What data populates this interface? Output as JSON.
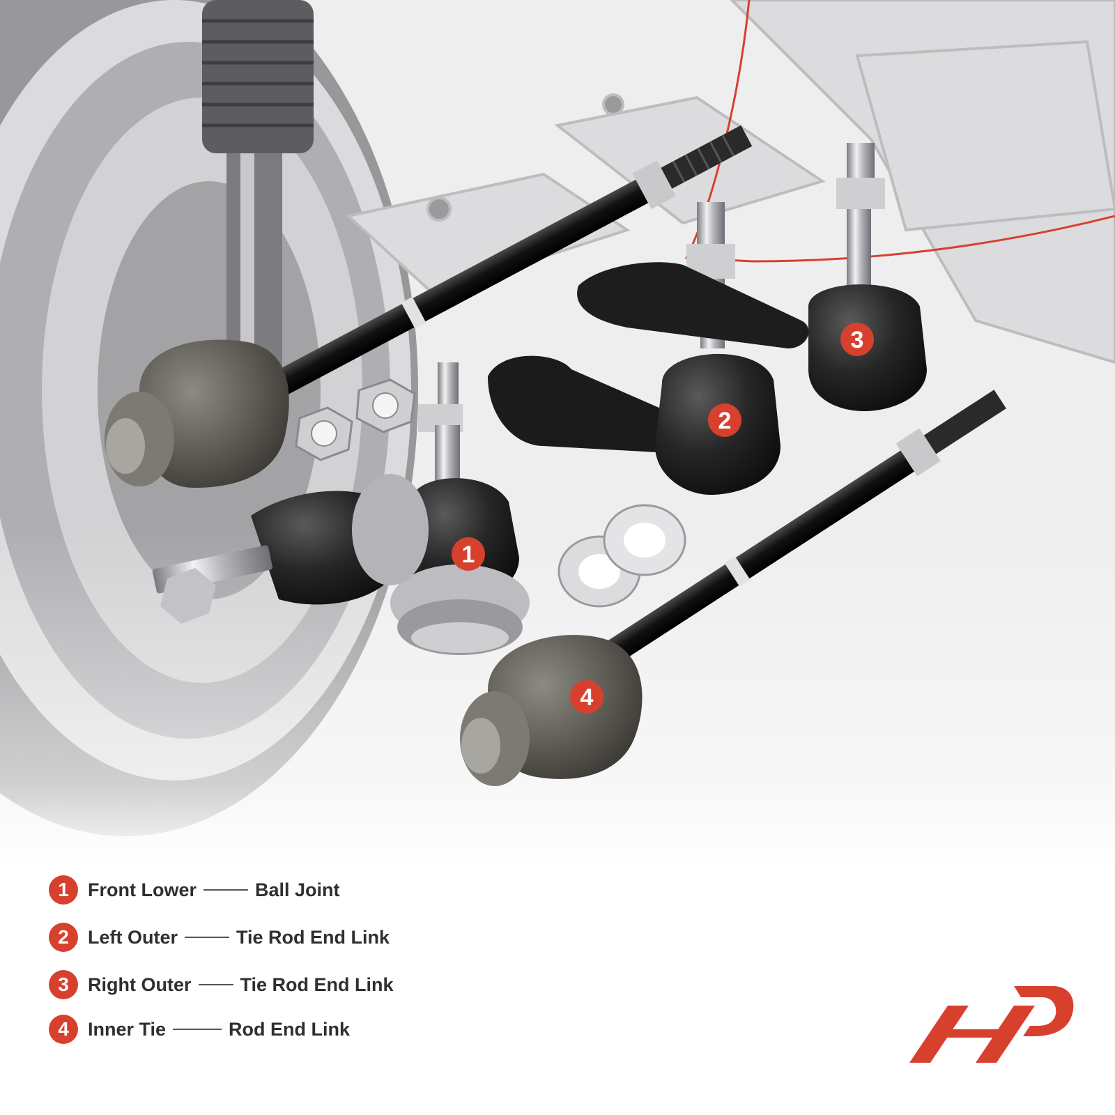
{
  "parts": [
    {
      "number": "1",
      "left": "Front Lower",
      "right": "Ball Joint"
    },
    {
      "number": "2",
      "left": "Left Outer",
      "right": "Tie Rod End Link"
    },
    {
      "number": "3",
      "left": "Right Outer",
      "right": "Tie Rod End Link"
    },
    {
      "number": "4",
      "left": "Inner Tie",
      "right": "Rod End Link"
    }
  ],
  "colors": {
    "accent": "#d8402e",
    "text": "#2f2f2f",
    "metal_dark": "#1c1c1c",
    "metal_light": "#b9b9bd"
  },
  "icons": [
    "brand-logo-icon",
    "ball-joint-icon",
    "tie-rod-end-icon",
    "inner-tie-rod-icon",
    "hex-nut-icon",
    "lock-washer-icon"
  ]
}
